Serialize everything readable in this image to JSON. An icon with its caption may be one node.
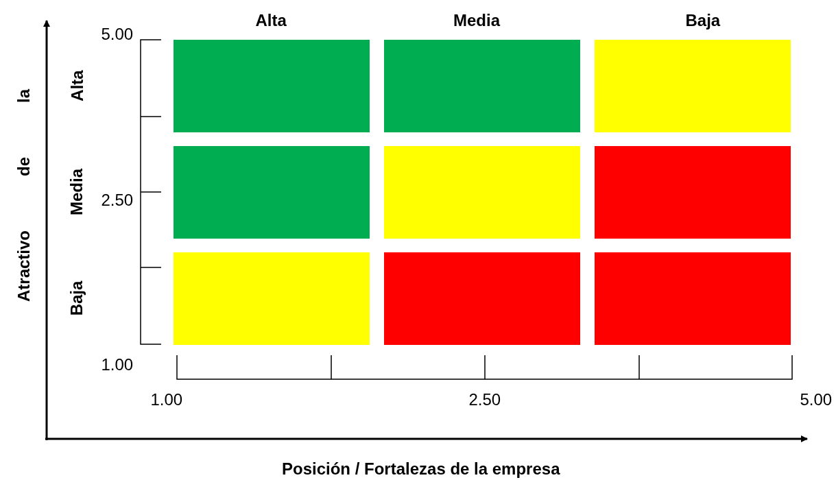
{
  "diagram": {
    "nodes": [
      {
        "text": [],
        "shape": "box"
      },
      {
        "text": [],
        "shape": "box"
      },
      {
        "text": [],
        "shape": "box"
      },
      {
        "text": [],
        "shape": "box"
      },
      {
        "text": [],
        "shape": "box"
      },
      {
        "text": [],
        "shape": "box"
      },
      {
        "text": [],
        "shape": "box"
      },
      {
        "text": [],
        "shape": "box"
      },
      {
        "text": [],
        "shape": "box"
      }
    ],
    "edges": [],
    "labels": [
      "Alta",
      "Media",
      "Baja",
      "Alta",
      "Media",
      "Baja",
      "5.00",
      "2.50",
      "1.00",
      "1.00",
      "2.50",
      "5.00",
      "Atractivo de la",
      "Posición / Fortalezas de la empresa"
    ]
  }
}
